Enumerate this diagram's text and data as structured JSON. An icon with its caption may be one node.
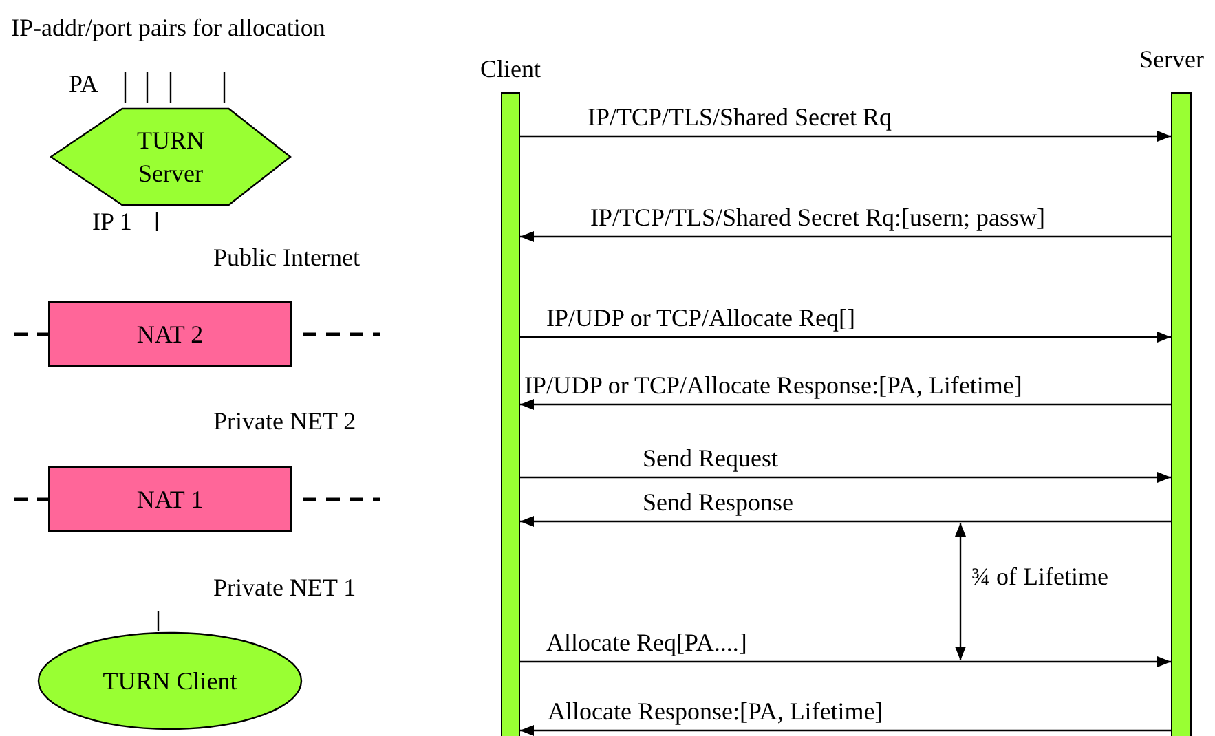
{
  "diagram": {
    "nodes": [
      {
        "text": [
          "TURN Server"
        ]
      },
      {
        "text": [
          "NAT 2"
        ]
      },
      {
        "text": [
          "NAT 1"
        ]
      },
      {
        "text": [
          "TURN Client"
        ]
      },
      {
        "text": [
          "Client"
        ]
      },
      {
        "text": [
          "Server"
        ]
      }
    ],
    "edges": [
      {
        "from": 4,
        "to": 5,
        "arrow": "to",
        "label": "IP/TCP/TLS/Shared Secret Rq"
      },
      {
        "from": 5,
        "to": 4,
        "arrow": "to",
        "label": "IP/TCP/TLS/Shared Secret Rq:[usern; passw]"
      },
      {
        "from": 4,
        "to": 5,
        "arrow": "to",
        "label": "IP/UDP or TCP/Allocate Req[]"
      },
      {
        "from": 5,
        "to": 4,
        "arrow": "to",
        "label": "IP/UDP or TCP/Allocate Response:[PA, Lifetime]"
      },
      {
        "from": 4,
        "to": 5,
        "arrow": "to",
        "label": "Send Request"
      },
      {
        "from": 5,
        "to": 4,
        "arrow": "to",
        "label": "Send Response"
      },
      {
        "from": 4,
        "to": 5,
        "arrow": "to",
        "label": "Allocate Req[PA....]"
      },
      {
        "from": 5,
        "to": 4,
        "arrow": "to",
        "label": "Allocate Response:[PA, Lifetime]"
      }
    ],
    "labels": [
      "IP-addr/port pairs for allocation",
      "PA",
      "IP 1",
      "Public Internet",
      "Private NET 2",
      "Private NET 1",
      "¾ of Lifetime"
    ]
  }
}
